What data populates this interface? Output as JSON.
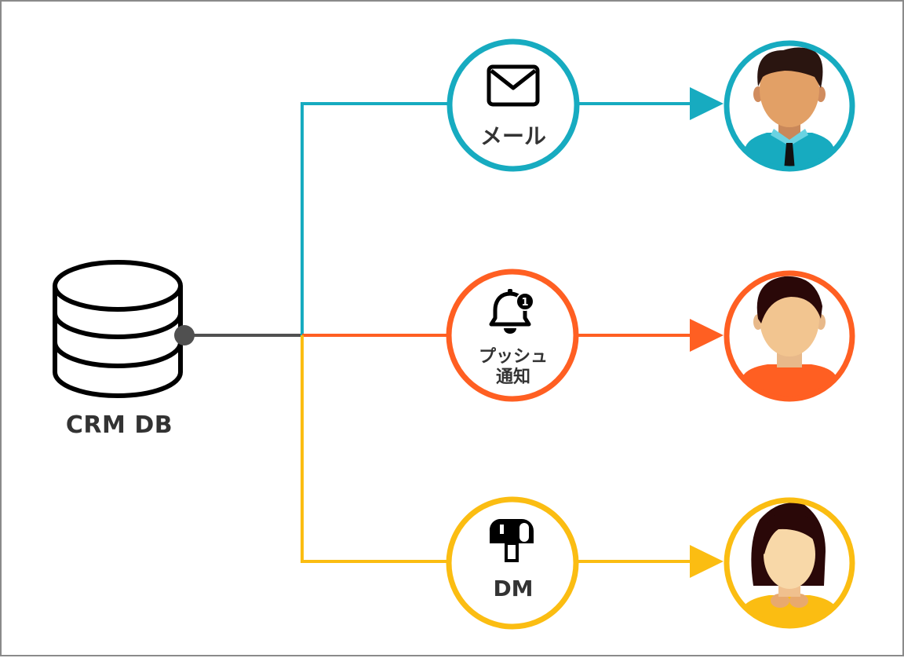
{
  "diagram": {
    "source": {
      "label": "CRM DB",
      "icon": "database-icon"
    },
    "channels": [
      {
        "id": "mail",
        "label": "メール",
        "icon": "envelope-icon",
        "color": "#17abc0"
      },
      {
        "id": "push",
        "label_line1": "プッシュ",
        "label_line2": "通知",
        "icon": "bell-icon",
        "badge": "1",
        "color": "#ff5f22"
      },
      {
        "id": "dm",
        "label": "DM",
        "icon": "mailbox-icon",
        "color": "#fbbd12"
      }
    ],
    "recipients": [
      {
        "id": "man-business",
        "icon": "businessman-avatar-icon"
      },
      {
        "id": "man-casual",
        "icon": "man-avatar-icon"
      },
      {
        "id": "woman",
        "icon": "woman-avatar-icon"
      }
    ],
    "colors": {
      "connector": "#505050",
      "text": "#333333",
      "border": "#8a8a8a"
    }
  }
}
